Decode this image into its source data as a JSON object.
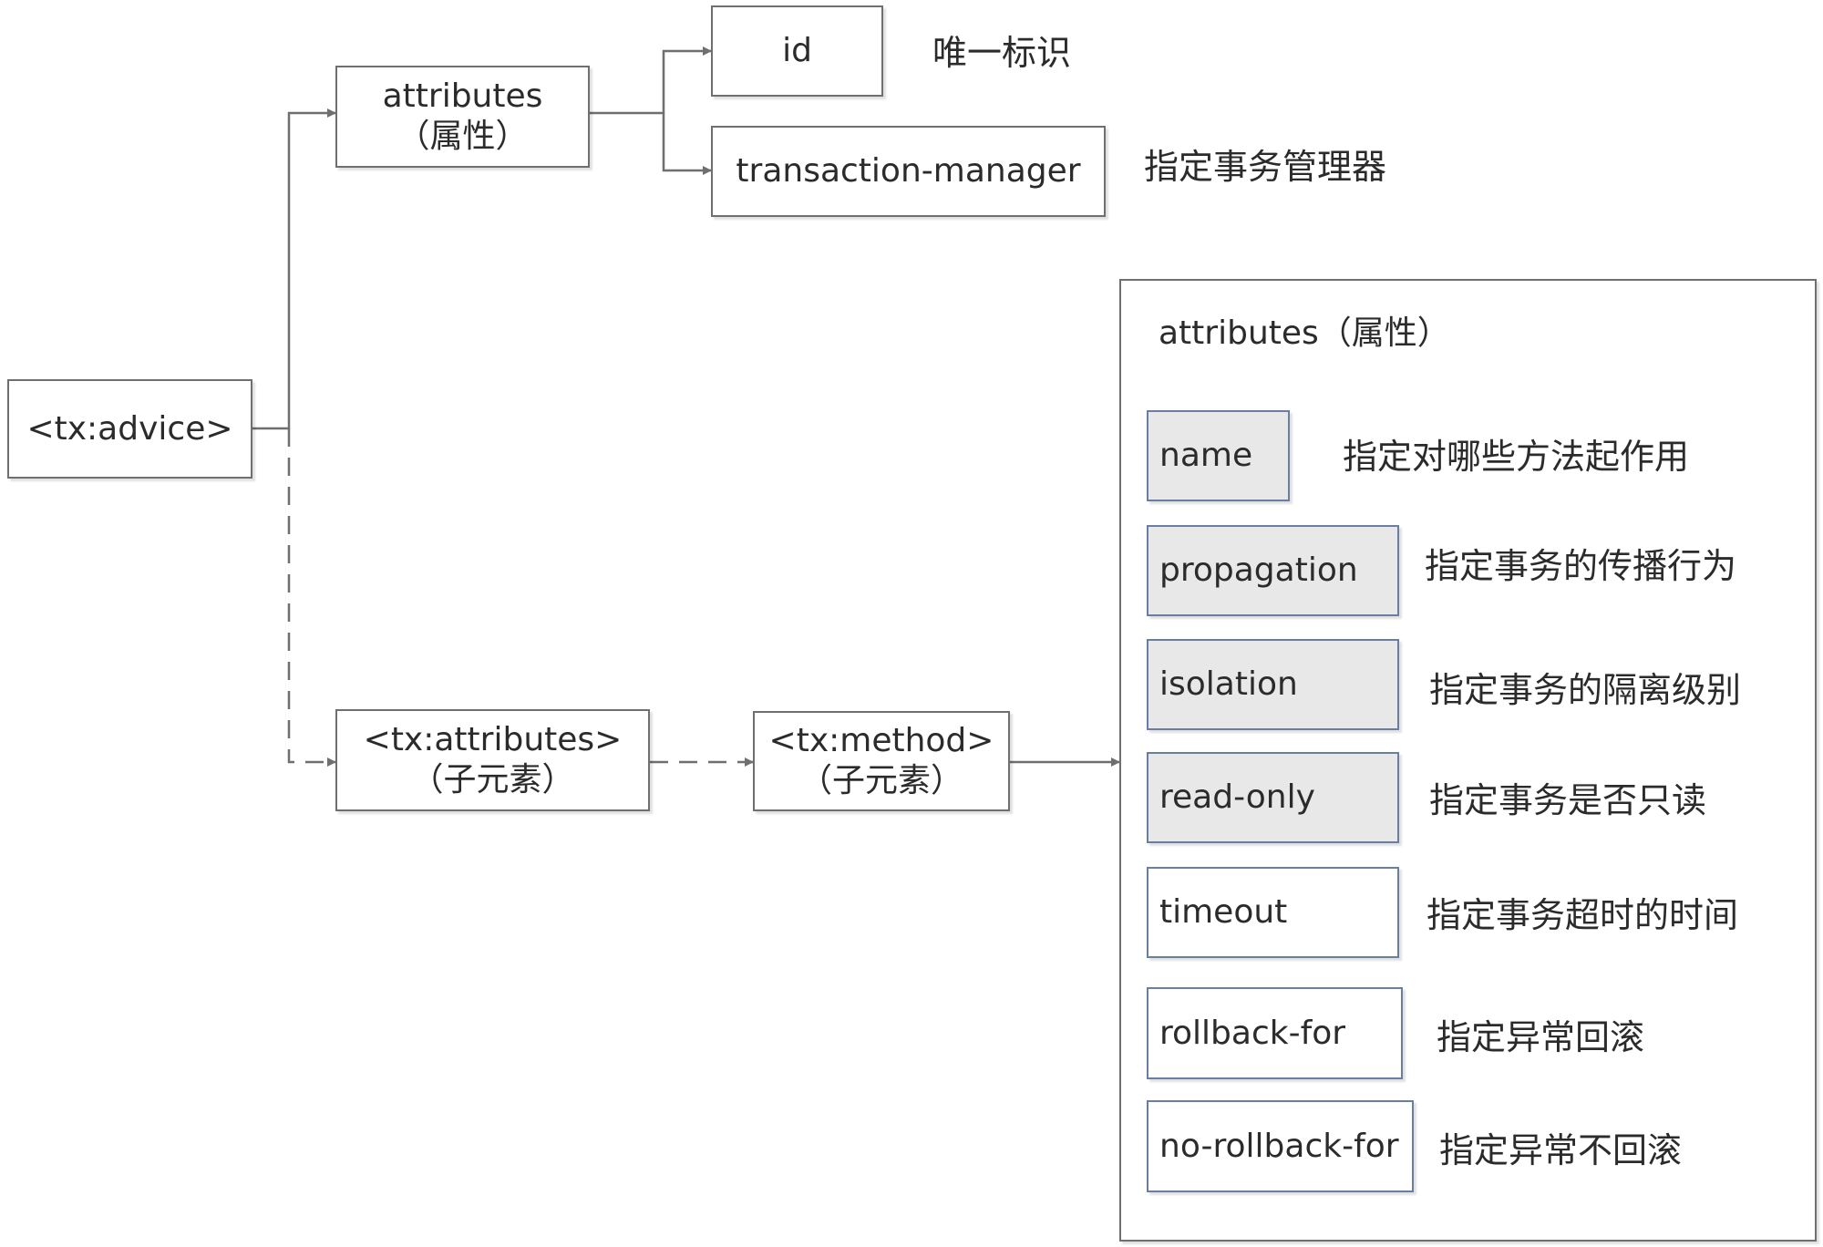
{
  "root": {
    "label": "<tx:advice>"
  },
  "attributes_node": {
    "line1": "attributes",
    "line2": "（属性）"
  },
  "attr_id": {
    "label": "id",
    "desc": "唯一标识"
  },
  "attr_tm": {
    "label": "transaction-manager",
    "desc": "指定事务管理器"
  },
  "tx_attributes": {
    "line1": "<tx:attributes>",
    "line2": "（子元素）"
  },
  "tx_method": {
    "line1": "<tx:method>",
    "line2": "（子元素）"
  },
  "method_panel": {
    "title": "attributes（属性）",
    "items": [
      {
        "label": "name",
        "desc": "指定对哪些方法起作用"
      },
      {
        "label": "propagation",
        "desc": "指定事务的传播行为"
      },
      {
        "label": "isolation",
        "desc": "指定事务的隔离级别"
      },
      {
        "label": "read-only",
        "desc": "指定事务是否只读"
      },
      {
        "label": "timeout",
        "desc": "指定事务超时的时间"
      },
      {
        "label": "rollback-for",
        "desc": "指定异常回滚"
      },
      {
        "label": "no-rollback-for",
        "desc": "指定异常不回滚"
      }
    ]
  },
  "colors": {
    "border": "#6f6f6f",
    "item_border": "#6a7da3",
    "item_fill": "#e8e8e8",
    "connector": "#6f6f6f"
  }
}
